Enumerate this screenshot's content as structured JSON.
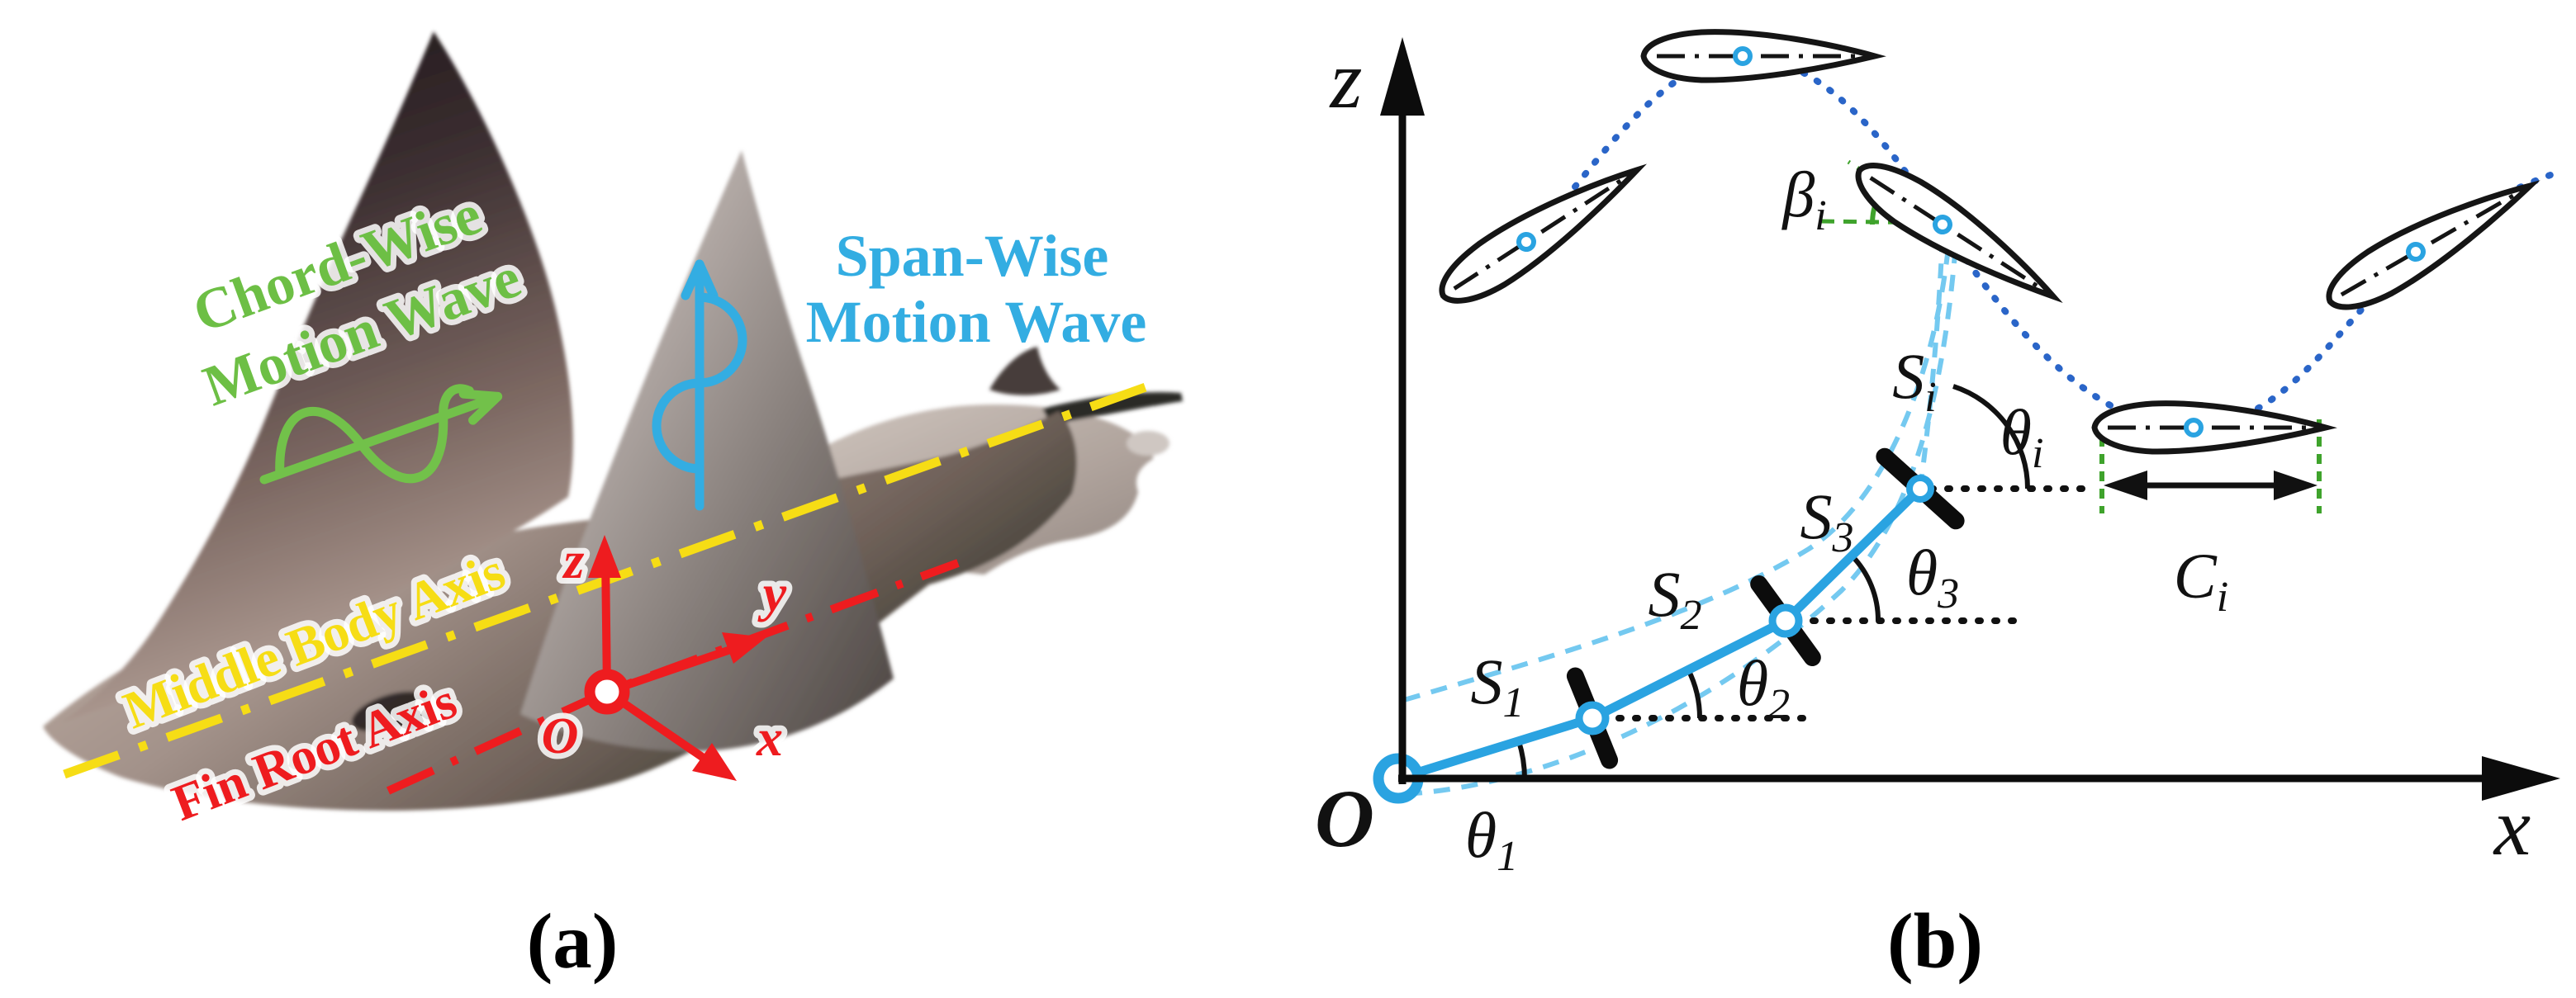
{
  "figure": {
    "captions": {
      "a": "(a)",
      "b": "(b)"
    },
    "panel_a": {
      "chord_wise": {
        "line1": "Chord-Wise",
        "line2": "Motion Wave"
      },
      "span_wise": {
        "line1": "Span-Wise",
        "line2": "Motion Wave"
      },
      "middle_body_axis": "Middle Body Axis",
      "fin_root_axis": "Fin Root Axis",
      "frame": {
        "origin": "O",
        "x": "x",
        "y": "y",
        "z": "z"
      },
      "colors": {
        "green": "#6dbf45",
        "blue": "#33ade2",
        "yellow": "#f6dd15",
        "red": "#ee1c1f"
      }
    },
    "panel_b": {
      "axes": {
        "x": "x",
        "z": "z",
        "origin": "O"
      },
      "segments": [
        {
          "base": "S",
          "sub": "1"
        },
        {
          "base": "S",
          "sub": "2"
        },
        {
          "base": "S",
          "sub": "3"
        },
        {
          "base": "S",
          "sub": "i"
        }
      ],
      "joint_angles": [
        {
          "base": "θ",
          "sub": "1"
        },
        {
          "base": "θ",
          "sub": "2"
        },
        {
          "base": "θ",
          "sub": "3"
        },
        {
          "base": "θ",
          "sub": "i"
        }
      ],
      "pitch_angle": {
        "base": "β",
        "sub": "i"
      },
      "chord_length": {
        "base": "C",
        "sub": "i"
      },
      "colors": {
        "chain": "#2aa3e1",
        "wave": "#2a65c8",
        "envelope": "#74c9f0",
        "green": "#3fa32c",
        "ink": "#111111"
      }
    }
  }
}
